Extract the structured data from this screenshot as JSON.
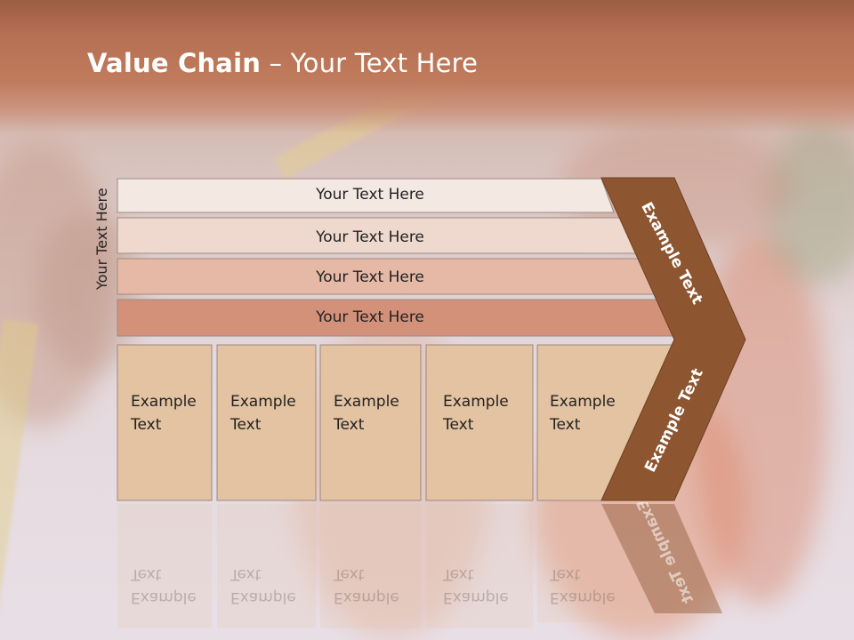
{
  "slide": {
    "title_bold": "Value Chain",
    "title_rest": " – Your Text Here",
    "vertical_label": "Your Text Here"
  },
  "bars": [
    {
      "label": "Your Text Here",
      "color": "#f4e8e3"
    },
    {
      "label": "Your Text Here",
      "color": "#efd9ce"
    },
    {
      "label": "Your Text Here",
      "color": "#e5b9a5"
    },
    {
      "label": "Your Text Here",
      "color": "#d4917a"
    }
  ],
  "activities": [
    {
      "label": "Example Text"
    },
    {
      "label": "Example Text"
    },
    {
      "label": "Example Text"
    },
    {
      "label": "Example Text"
    },
    {
      "label": "Example Text"
    }
  ],
  "chevron": {
    "upper_label": "Example Text",
    "lower_label": "Example Text",
    "color": "#8e5630"
  },
  "colors": {
    "activity_fill": "#e3c3a1",
    "title_band": "#b56f52"
  }
}
